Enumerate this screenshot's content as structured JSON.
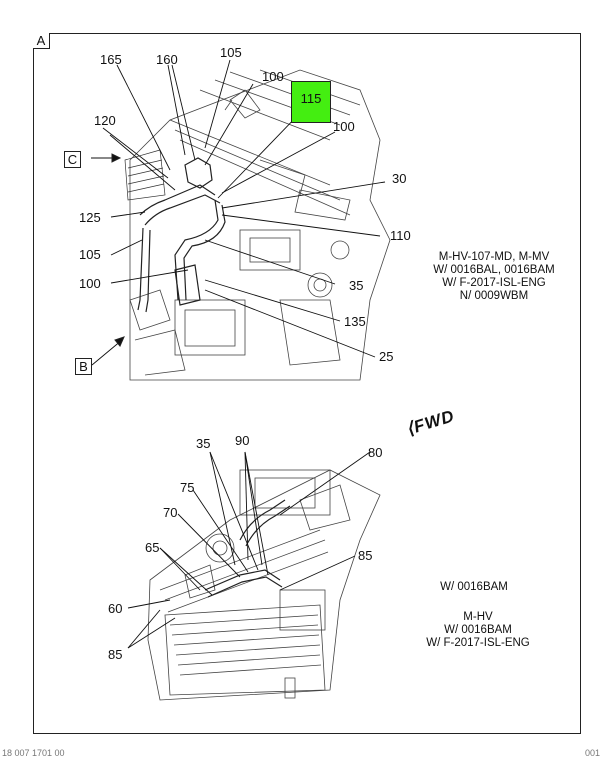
{
  "view_label": "A",
  "highlight": {
    "label": "115",
    "color": "#44ee11"
  },
  "boxes": {
    "c": "C",
    "b": "B"
  },
  "top_callouts": {
    "c165": "165",
    "c160": "160",
    "c105a": "105",
    "c100a": "100",
    "c120": "120",
    "c100b": "100",
    "c30": "30",
    "c125": "125",
    "c110": "110",
    "c105b": "105",
    "c35": "35",
    "c100c": "100",
    "c135": "135",
    "c25": "25"
  },
  "bottom_callouts": {
    "c35": "35",
    "c90": "90",
    "c80": "80",
    "c75": "75",
    "c70": "70",
    "c65": "65",
    "c85a": "85",
    "c60": "60",
    "c85b": "85"
  },
  "notes": {
    "top": [
      "M-HV-107-MD, M-MV",
      "W/ 0016BAL, 0016BAM",
      "W/ F-2017-ISL-ENG",
      "N/ 0009WBM"
    ],
    "bottom_a": "W/ 0016BAM",
    "bottom_b": [
      "M-HV",
      "W/ 0016BAM",
      "W/ F-2017-ISL-ENG"
    ]
  },
  "fwd_label": "FWD",
  "footer": {
    "left": "18 007 1701 00",
    "right": "001"
  }
}
